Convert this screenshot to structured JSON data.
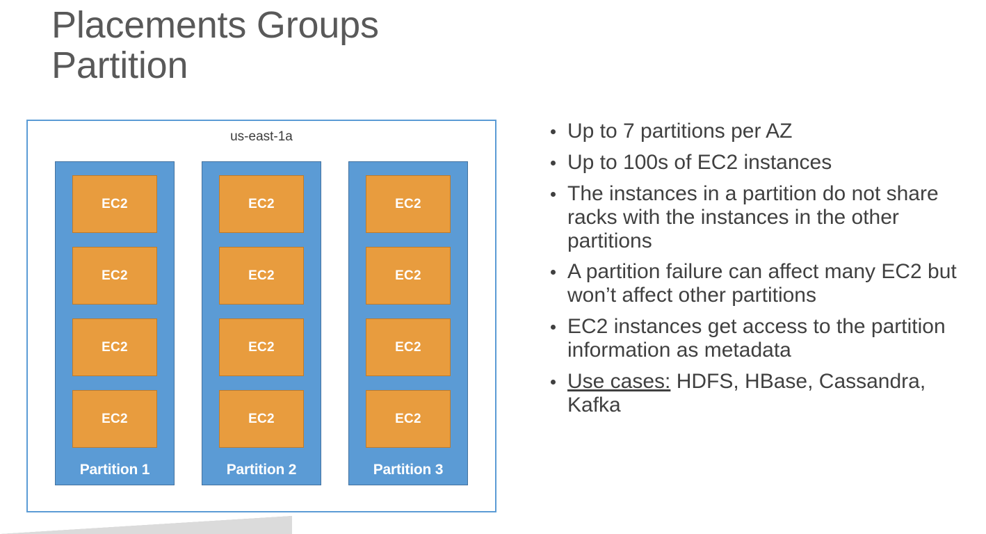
{
  "slide": {
    "title": "Placements Groups\nPartition",
    "background_color": "#ffffff",
    "title_color": "#595959"
  },
  "diagram": {
    "az_label": "us-east-1a",
    "container_border_color": "#5B9BD5",
    "partition_color": "#5B9BD5",
    "ec2_color": "#E89C3E",
    "ec2_border_color": "#BF7B2A",
    "partitions": [
      {
        "label": "Partition 1",
        "instances": [
          {
            "label": "EC2"
          },
          {
            "label": "EC2"
          },
          {
            "label": "EC2"
          },
          {
            "label": "EC2"
          }
        ]
      },
      {
        "label": "Partition 2",
        "instances": [
          {
            "label": "EC2"
          },
          {
            "label": "EC2"
          },
          {
            "label": "EC2"
          },
          {
            "label": "EC2"
          }
        ]
      },
      {
        "label": "Partition 3",
        "instances": [
          {
            "label": "EC2"
          },
          {
            "label": "EC2"
          },
          {
            "label": "EC2"
          },
          {
            "label": "EC2"
          }
        ]
      }
    ]
  },
  "bullets": [
    {
      "text": "Up to 7 partitions per AZ"
    },
    {
      "text": "Up to 100s of EC2 instances"
    },
    {
      "text": "The instances in a partition do not share racks with the instances in the other partitions"
    },
    {
      "text": "A partition failure can affect many EC2 but won’t affect other partitions"
    },
    {
      "text": "EC2 instances get access to the partition information as metadata"
    },
    {
      "underlined": "Use cases:",
      "text": " HDFS, HBase, Cassandra, Kafka"
    }
  ]
}
